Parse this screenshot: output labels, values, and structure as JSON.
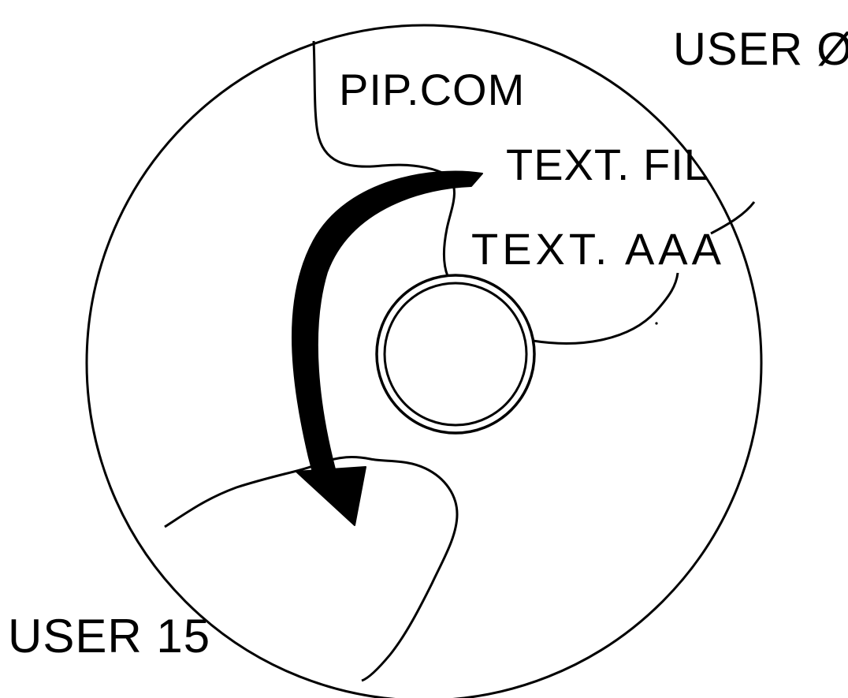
{
  "diagram": {
    "labels": {
      "user_start": "USER Ø",
      "user_end": "USER 15",
      "file_1": "PIP.COM",
      "file_2": "TEXT. FIL",
      "file_3": "TEXT. AAA"
    },
    "colors": {
      "ink": "#000000",
      "background": "#ffffff"
    },
    "icons": [
      "disk-icon",
      "arrow-icon"
    ]
  }
}
